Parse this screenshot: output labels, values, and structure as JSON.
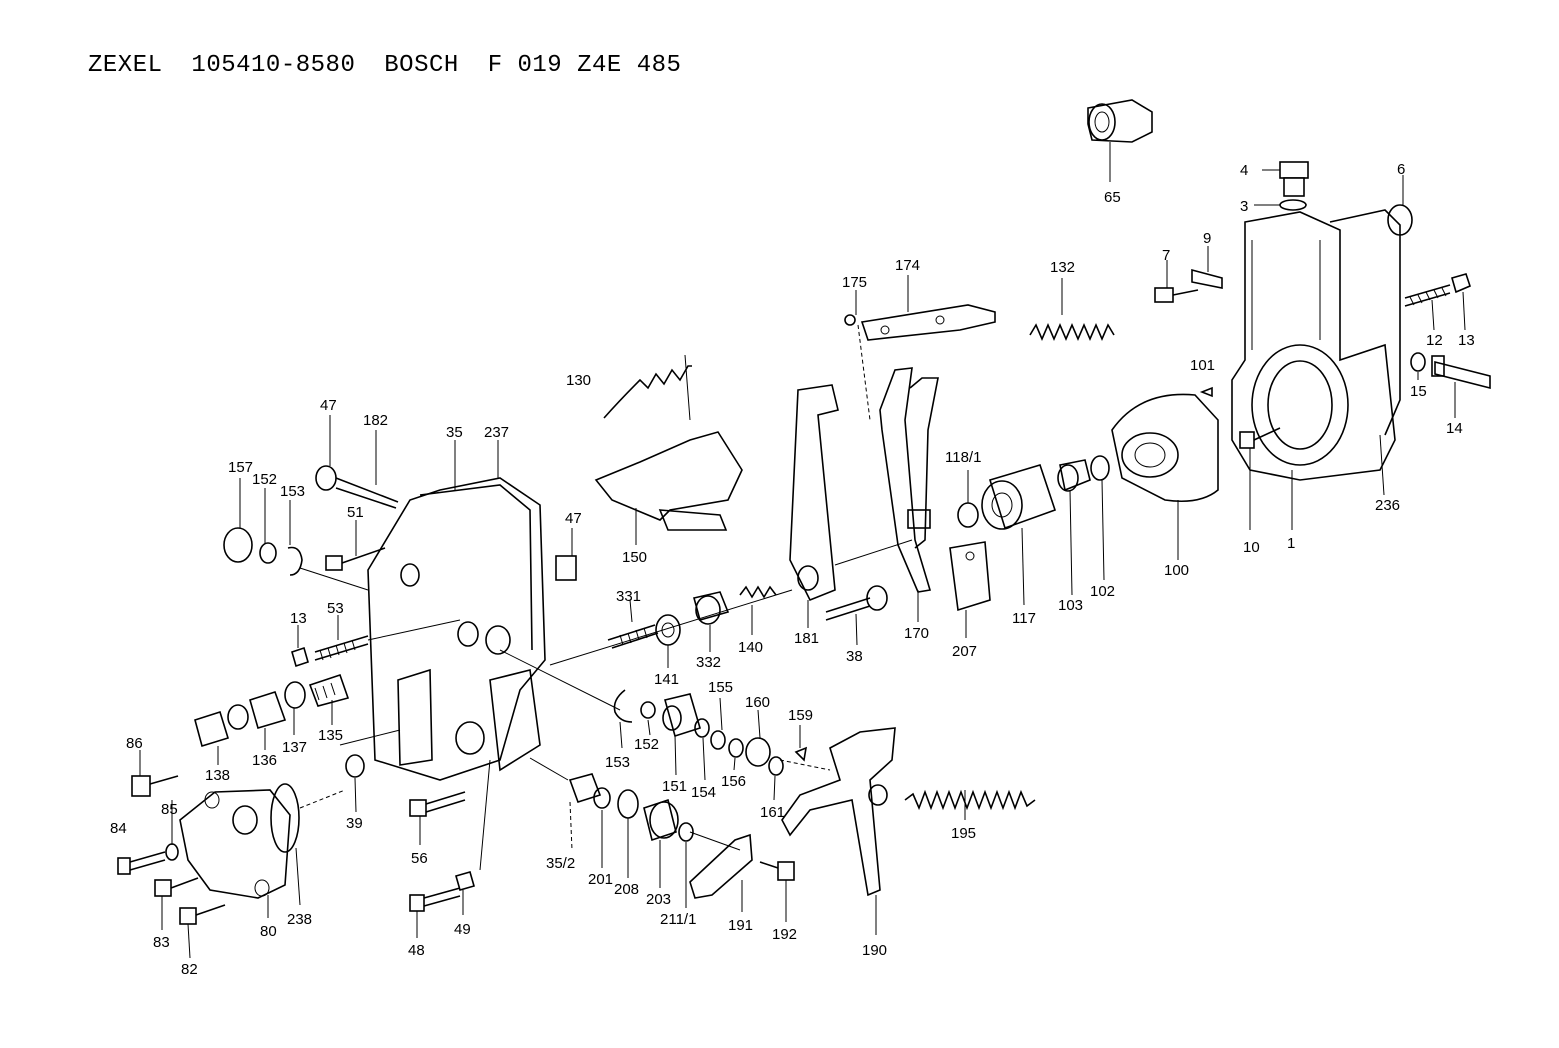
{
  "title": {
    "maker1": "ZEXEL",
    "partno1": "105410-8580",
    "maker2": "BOSCH",
    "partno2": "F 019 Z4E 485"
  },
  "labels": [
    {
      "id": "l65",
      "text": "65"
    },
    {
      "id": "l4",
      "text": "4"
    },
    {
      "id": "l3",
      "text": "3"
    },
    {
      "id": "l6",
      "text": "6"
    },
    {
      "id": "l7",
      "text": "7"
    },
    {
      "id": "l9",
      "text": "9"
    },
    {
      "id": "l132",
      "text": "132"
    },
    {
      "id": "l174",
      "text": "174"
    },
    {
      "id": "l175",
      "text": "175"
    },
    {
      "id": "l12",
      "text": "12"
    },
    {
      "id": "l13a",
      "text": "13"
    },
    {
      "id": "l101",
      "text": "101"
    },
    {
      "id": "l15",
      "text": "15"
    },
    {
      "id": "l14",
      "text": "14"
    },
    {
      "id": "l130",
      "text": "130"
    },
    {
      "id": "l118",
      "text": "118/1"
    },
    {
      "id": "l10",
      "text": "10"
    },
    {
      "id": "l1",
      "text": "1"
    },
    {
      "id": "l236",
      "text": "236"
    },
    {
      "id": "l100",
      "text": "100"
    },
    {
      "id": "l47a",
      "text": "47"
    },
    {
      "id": "l182",
      "text": "182"
    },
    {
      "id": "l35",
      "text": "35"
    },
    {
      "id": "l237",
      "text": "237"
    },
    {
      "id": "l157",
      "text": "157"
    },
    {
      "id": "l152a",
      "text": "152"
    },
    {
      "id": "l153a",
      "text": "153"
    },
    {
      "id": "l51",
      "text": "51"
    },
    {
      "id": "l47b",
      "text": "47"
    },
    {
      "id": "l150",
      "text": "150"
    },
    {
      "id": "l117",
      "text": "117"
    },
    {
      "id": "l103",
      "text": "103"
    },
    {
      "id": "l102",
      "text": "102"
    },
    {
      "id": "l207",
      "text": "207"
    },
    {
      "id": "l170",
      "text": "170"
    },
    {
      "id": "l38",
      "text": "38"
    },
    {
      "id": "l181",
      "text": "181"
    },
    {
      "id": "l331",
      "text": "331"
    },
    {
      "id": "l140",
      "text": "140"
    },
    {
      "id": "l332",
      "text": "332"
    },
    {
      "id": "l141",
      "text": "141"
    },
    {
      "id": "l13b",
      "text": "13"
    },
    {
      "id": "l53",
      "text": "53"
    },
    {
      "id": "l155",
      "text": "155"
    },
    {
      "id": "l160",
      "text": "160"
    },
    {
      "id": "l159",
      "text": "159"
    },
    {
      "id": "l135",
      "text": "135"
    },
    {
      "id": "l137",
      "text": "137"
    },
    {
      "id": "l136",
      "text": "136"
    },
    {
      "id": "l138",
      "text": "138"
    },
    {
      "id": "l153b",
      "text": "153"
    },
    {
      "id": "l152b",
      "text": "152"
    },
    {
      "id": "l151",
      "text": "151"
    },
    {
      "id": "l154",
      "text": "154"
    },
    {
      "id": "l156",
      "text": "156"
    },
    {
      "id": "l161",
      "text": "161"
    },
    {
      "id": "l86",
      "text": "86"
    },
    {
      "id": "l85",
      "text": "85"
    },
    {
      "id": "l84",
      "text": "84"
    },
    {
      "id": "l39",
      "text": "39"
    },
    {
      "id": "l56",
      "text": "56"
    },
    {
      "id": "l195",
      "text": "195"
    },
    {
      "id": "l352",
      "text": "35/2"
    },
    {
      "id": "l201",
      "text": "201"
    },
    {
      "id": "l208",
      "text": "208"
    },
    {
      "id": "l203",
      "text": "203"
    },
    {
      "id": "l211",
      "text": "211/1"
    },
    {
      "id": "l83",
      "text": "83"
    },
    {
      "id": "l80",
      "text": "80"
    },
    {
      "id": "l238",
      "text": "238"
    },
    {
      "id": "l82",
      "text": "82"
    },
    {
      "id": "l48",
      "text": "48"
    },
    {
      "id": "l49",
      "text": "49"
    },
    {
      "id": "l191",
      "text": "191"
    },
    {
      "id": "l192",
      "text": "192"
    },
    {
      "id": "l190",
      "text": "190"
    }
  ]
}
